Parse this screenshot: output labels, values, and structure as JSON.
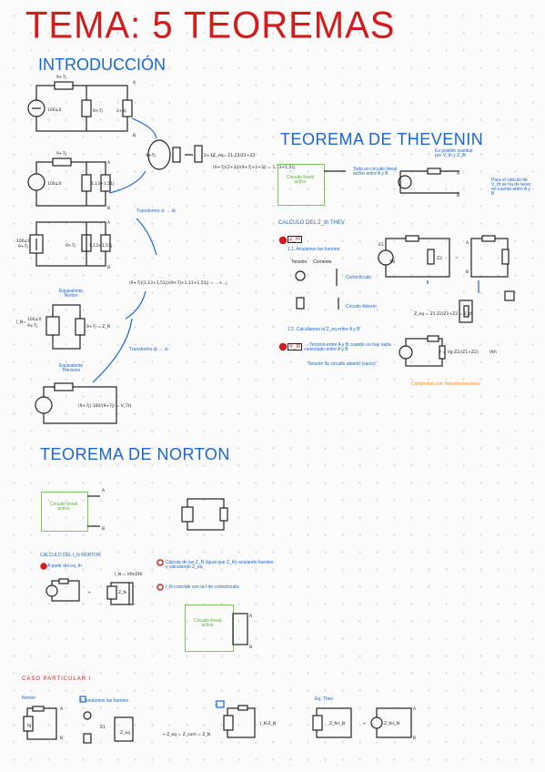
{
  "title": "TEMA: 5 TEOREMAS",
  "sections": {
    "intro": {
      "heading": "INTRODUCCIÓN",
      "transform1": "Transformo ⊖ → ⊞",
      "transform2": "Transformo ⊞ → ⊖",
      "norton_equiv": "Equivalente Norton",
      "thevenin_equiv": "Equivalente Thevenin",
      "eq1": "Z_eq = (Z1·Z2)/(Z1+Z2)",
      "eq2": "(9+7j)(2+3j)/(9+7j+2+3j) = 1,13+1,51j",
      "eq3": "(9+7j)(1,13+1,51j)/(9+7j+1,13+1,51j) = ...+ ...j",
      "eq_norton": "I_N = 100/(9+7j)",
      "eq_norton2": "= 9 + 7j = Z_N",
      "eq_thevenin": "(9+7j)·100/(9+7j) = V_TH",
      "labels": [
        "9+7j",
        "2+3j",
        "100∠0",
        "1,13+1,51j",
        "A",
        "B"
      ]
    },
    "thevenin": {
      "heading": "TEOREMA DE THEVENIN",
      "box_label": "Circuito lineal activo",
      "note1": "Todo un circuito lineal activo entre A y B",
      "note2": "Es posible sustituir por V_th y Z_th",
      "note3": "Para el cálculo de V_th se ha de tener en cuenta entre A y B",
      "calc_heading": "CALCULO DEL Z_th THEV",
      "step1": "Z_th",
      "step1_1": "1.1. Anulamos las fuentes",
      "tension": "Tensión",
      "corriente": "Corriente",
      "cortocircuito": "Cortocircuito",
      "circuito_abierto": "Circuito Abierto",
      "step1_2": "1.2. Calculamos la Z_eq entre A y B",
      "step2": "V_th",
      "step2_text": "→ Tensión entre A y B cuando no hay nada conectado entre A y B",
      "step2_text2": "Tensión de circuito abierto (vacío)",
      "comprobar": "Comprobar con Transformaciones",
      "eq_zeq": "Z_eq = (Z1·Z2)/(Z1+Z2) = Z_th",
      "eq_vth": "V = V_g·Z2/(Z1+Z2)"
    },
    "norton": {
      "heading": "TEOREMA DE NORTON",
      "box_label": "Circuito lineal activo",
      "calc_heading": "CALCULO DEL I_N NORTON",
      "step1": "A partir del eq. th",
      "step2": "Cálculo de las Z_N (igual que Z_th) anulando fuentes y calculando Z_eq",
      "step3": "I_N coincide con la I de cortocircuito",
      "eq": "I_N = V_th/Z_th"
    },
    "caso": {
      "heading": "CASO PARTICULAR I",
      "norton_label": "Norton",
      "step1": "1. Anulamos las fuentes",
      "step2": "2.",
      "eq_thevenin": "Eq. Thev",
      "eq1": "Z_eq = Z_sum = Z_N",
      "eq2": "I_N·Z_N",
      "eq3": "Z_N·I_N"
    }
  },
  "colors": {
    "title": "#d41b1b",
    "heading": "#1967d2",
    "box": "#7cc855",
    "note": "#f08c1a"
  }
}
